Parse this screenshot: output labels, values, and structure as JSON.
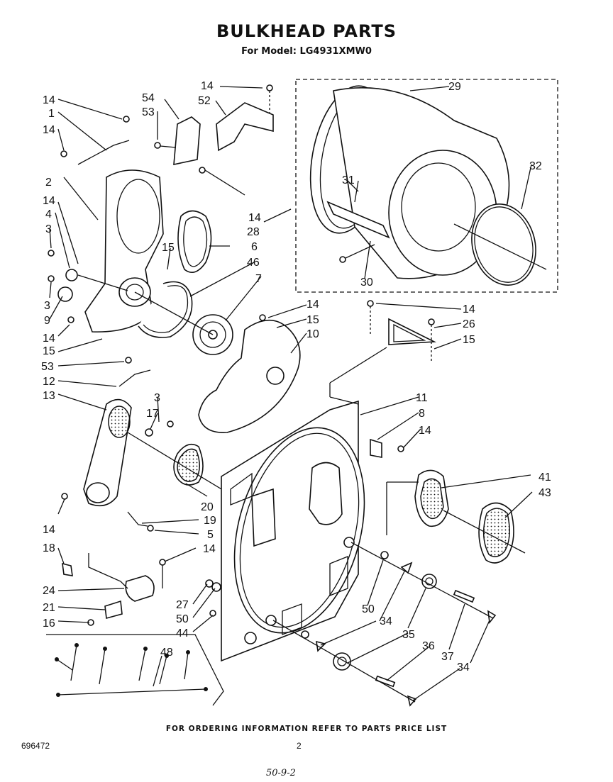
{
  "header": {
    "title": "BULKHEAD PARTS",
    "model_line": "For Model:  LG4931XMW0"
  },
  "footer": {
    "ordering_note": "FOR ORDERING INFORMATION REFER TO PARTS PRICE LIST",
    "document_number": "696472",
    "page_number": "2",
    "handwritten_note": "50-9-2"
  },
  "callouts": [
    "14",
    "1",
    "14",
    "54",
    "53",
    "14",
    "52",
    "29",
    "2",
    "14",
    "4",
    "3",
    "15",
    "6",
    "46",
    "7",
    "31",
    "32",
    "14",
    "28",
    "30",
    "3",
    "9",
    "14",
    "15",
    "14",
    "15",
    "10",
    "14",
    "26",
    "15",
    "53",
    "12",
    "13",
    "3",
    "17",
    "11",
    "8",
    "14",
    "20",
    "19",
    "5",
    "14",
    "18",
    "14",
    "41",
    "43",
    "24",
    "21",
    "16",
    "27",
    "50",
    "44",
    "50",
    "34",
    "35",
    "36",
    "37",
    "34",
    "48"
  ]
}
